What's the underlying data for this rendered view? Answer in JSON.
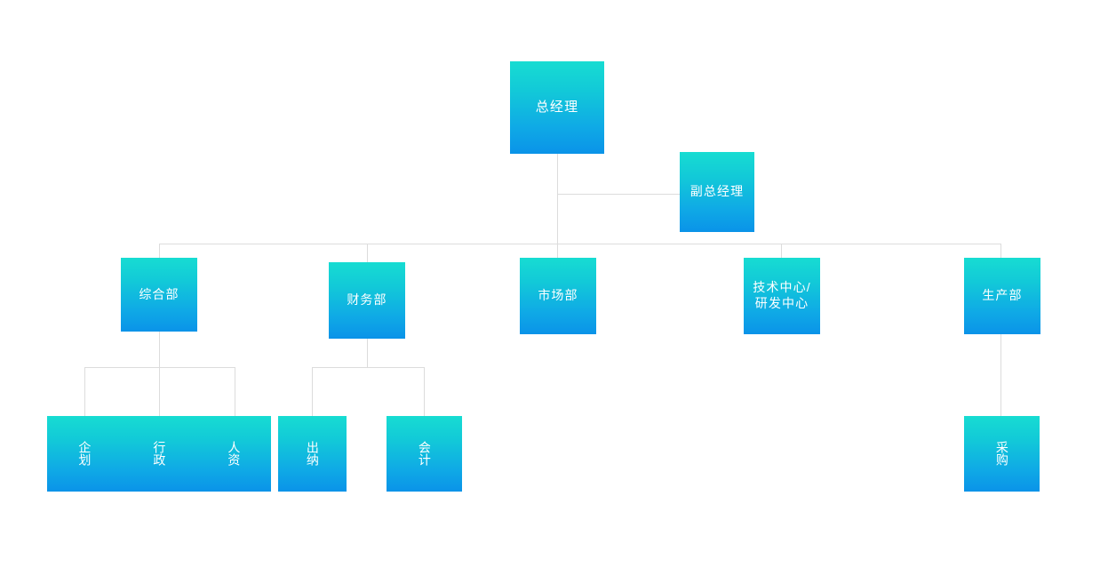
{
  "chart": {
    "type": "org-chart",
    "title": "",
    "background": "#ffffff",
    "node_gradient_from": "#17dcd2",
    "node_gradient_to": "#0a93e8",
    "node_text_color": "#ffffff",
    "connector_color": "#dcdcdc"
  },
  "nodes": {
    "general_manager": {
      "label": "总经理"
    },
    "deputy_general_manager": {
      "label": "副总经理"
    },
    "general_affairs": {
      "label": "综合部"
    },
    "finance": {
      "label": "财务部"
    },
    "marketing": {
      "label": "市场部"
    },
    "tech_center": {
      "label": "技术中心/\n研发中心"
    },
    "production": {
      "label": "生产部"
    },
    "planning": {
      "label": "企划"
    },
    "administration": {
      "label": "行政"
    },
    "human_resources": {
      "label": "人资"
    },
    "cashier": {
      "label": "出纳"
    },
    "accounting": {
      "label": "会计"
    },
    "procurement": {
      "label": "采购"
    }
  },
  "hierarchy": {
    "root": "总经理",
    "staff": [
      "副总经理"
    ],
    "level2": [
      "综合部",
      "财务部",
      "市场部",
      "技术中心/研发中心",
      "生产部"
    ],
    "children": {
      "综合部": [
        "企划",
        "行政",
        "人资"
      ],
      "财务部": [
        "出纳",
        "会计"
      ],
      "市场部": [],
      "技术中心/研发中心": [],
      "生产部": [
        "采购"
      ]
    }
  }
}
